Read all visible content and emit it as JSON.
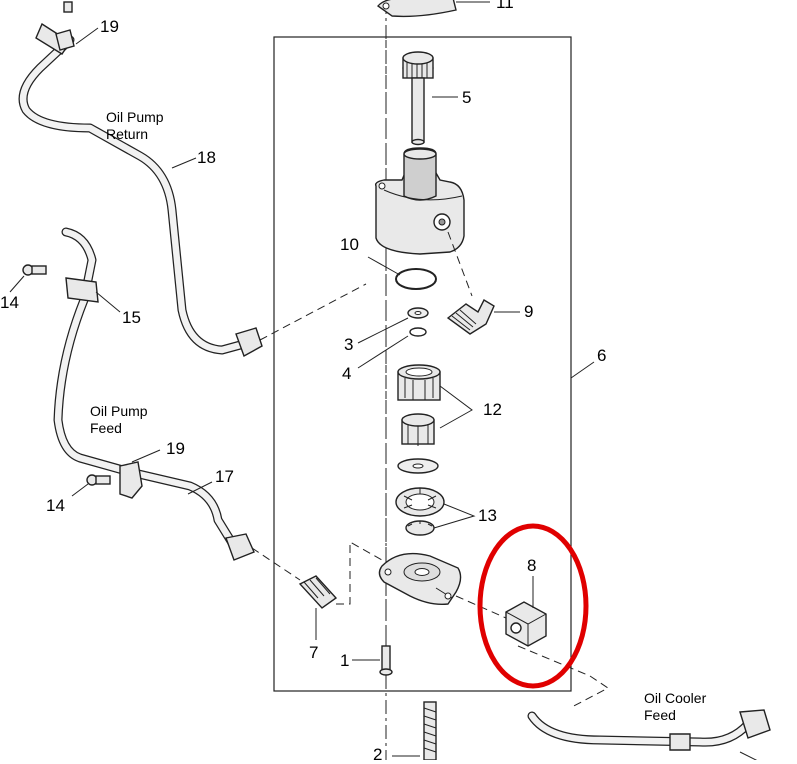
{
  "callouts": {
    "n1": "1",
    "n2": "2",
    "n3": "3",
    "n4": "4",
    "n5": "5",
    "n6": "6",
    "n7": "7",
    "n8": "8",
    "n9": "9",
    "n10": "10",
    "n11": "11",
    "n12": "12",
    "n13": "13",
    "n14a": "14",
    "n14b": "14",
    "n15": "15",
    "n17": "17",
    "n18": "18",
    "n19a": "19",
    "n19b": "19"
  },
  "captions": {
    "oil_pump_return": [
      "Oil Pump",
      "Return"
    ],
    "oil_pump_feed": [
      "Oil Pump",
      "Feed"
    ],
    "oil_cooler_feed": [
      "Oil Cooler",
      "Feed"
    ]
  },
  "highlight": {
    "target": "8",
    "color": "#e00000"
  }
}
